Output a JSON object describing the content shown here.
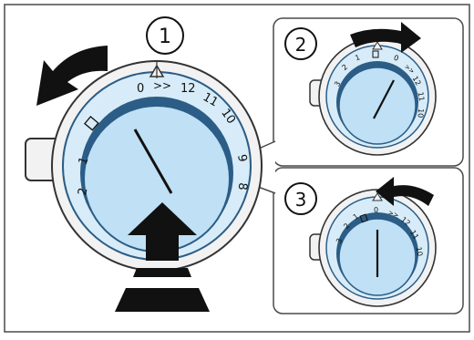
{
  "steps": [
    {
      "number": "1",
      "dial_numbers": [
        "0",
        ">>",
        "12",
        "11",
        "10",
        "9",
        "8",
        "2",
        "1"
      ]
    },
    {
      "number": "2",
      "dial_numbers": [
        "2",
        "1",
        "0",
        ">>",
        "12",
        "11",
        "10",
        "3"
      ]
    },
    {
      "number": "3",
      "dial_numbers": [
        "3",
        "2",
        "1",
        "0",
        ">>",
        "12",
        "11",
        "10"
      ]
    }
  ],
  "colors": {
    "frame": "#4a4a4a",
    "dial_face": "#bfe0f5",
    "dial_ring": "#d7ecf8",
    "dial_dark": "#2b5d86",
    "arrow": "#111111",
    "bezel": "#f2f2f2"
  },
  "icons": [
    "rotate-left-arrow-icon",
    "rotate-right-arrow-icon",
    "push-arrow-icon",
    "pointer-needle-icon"
  ]
}
